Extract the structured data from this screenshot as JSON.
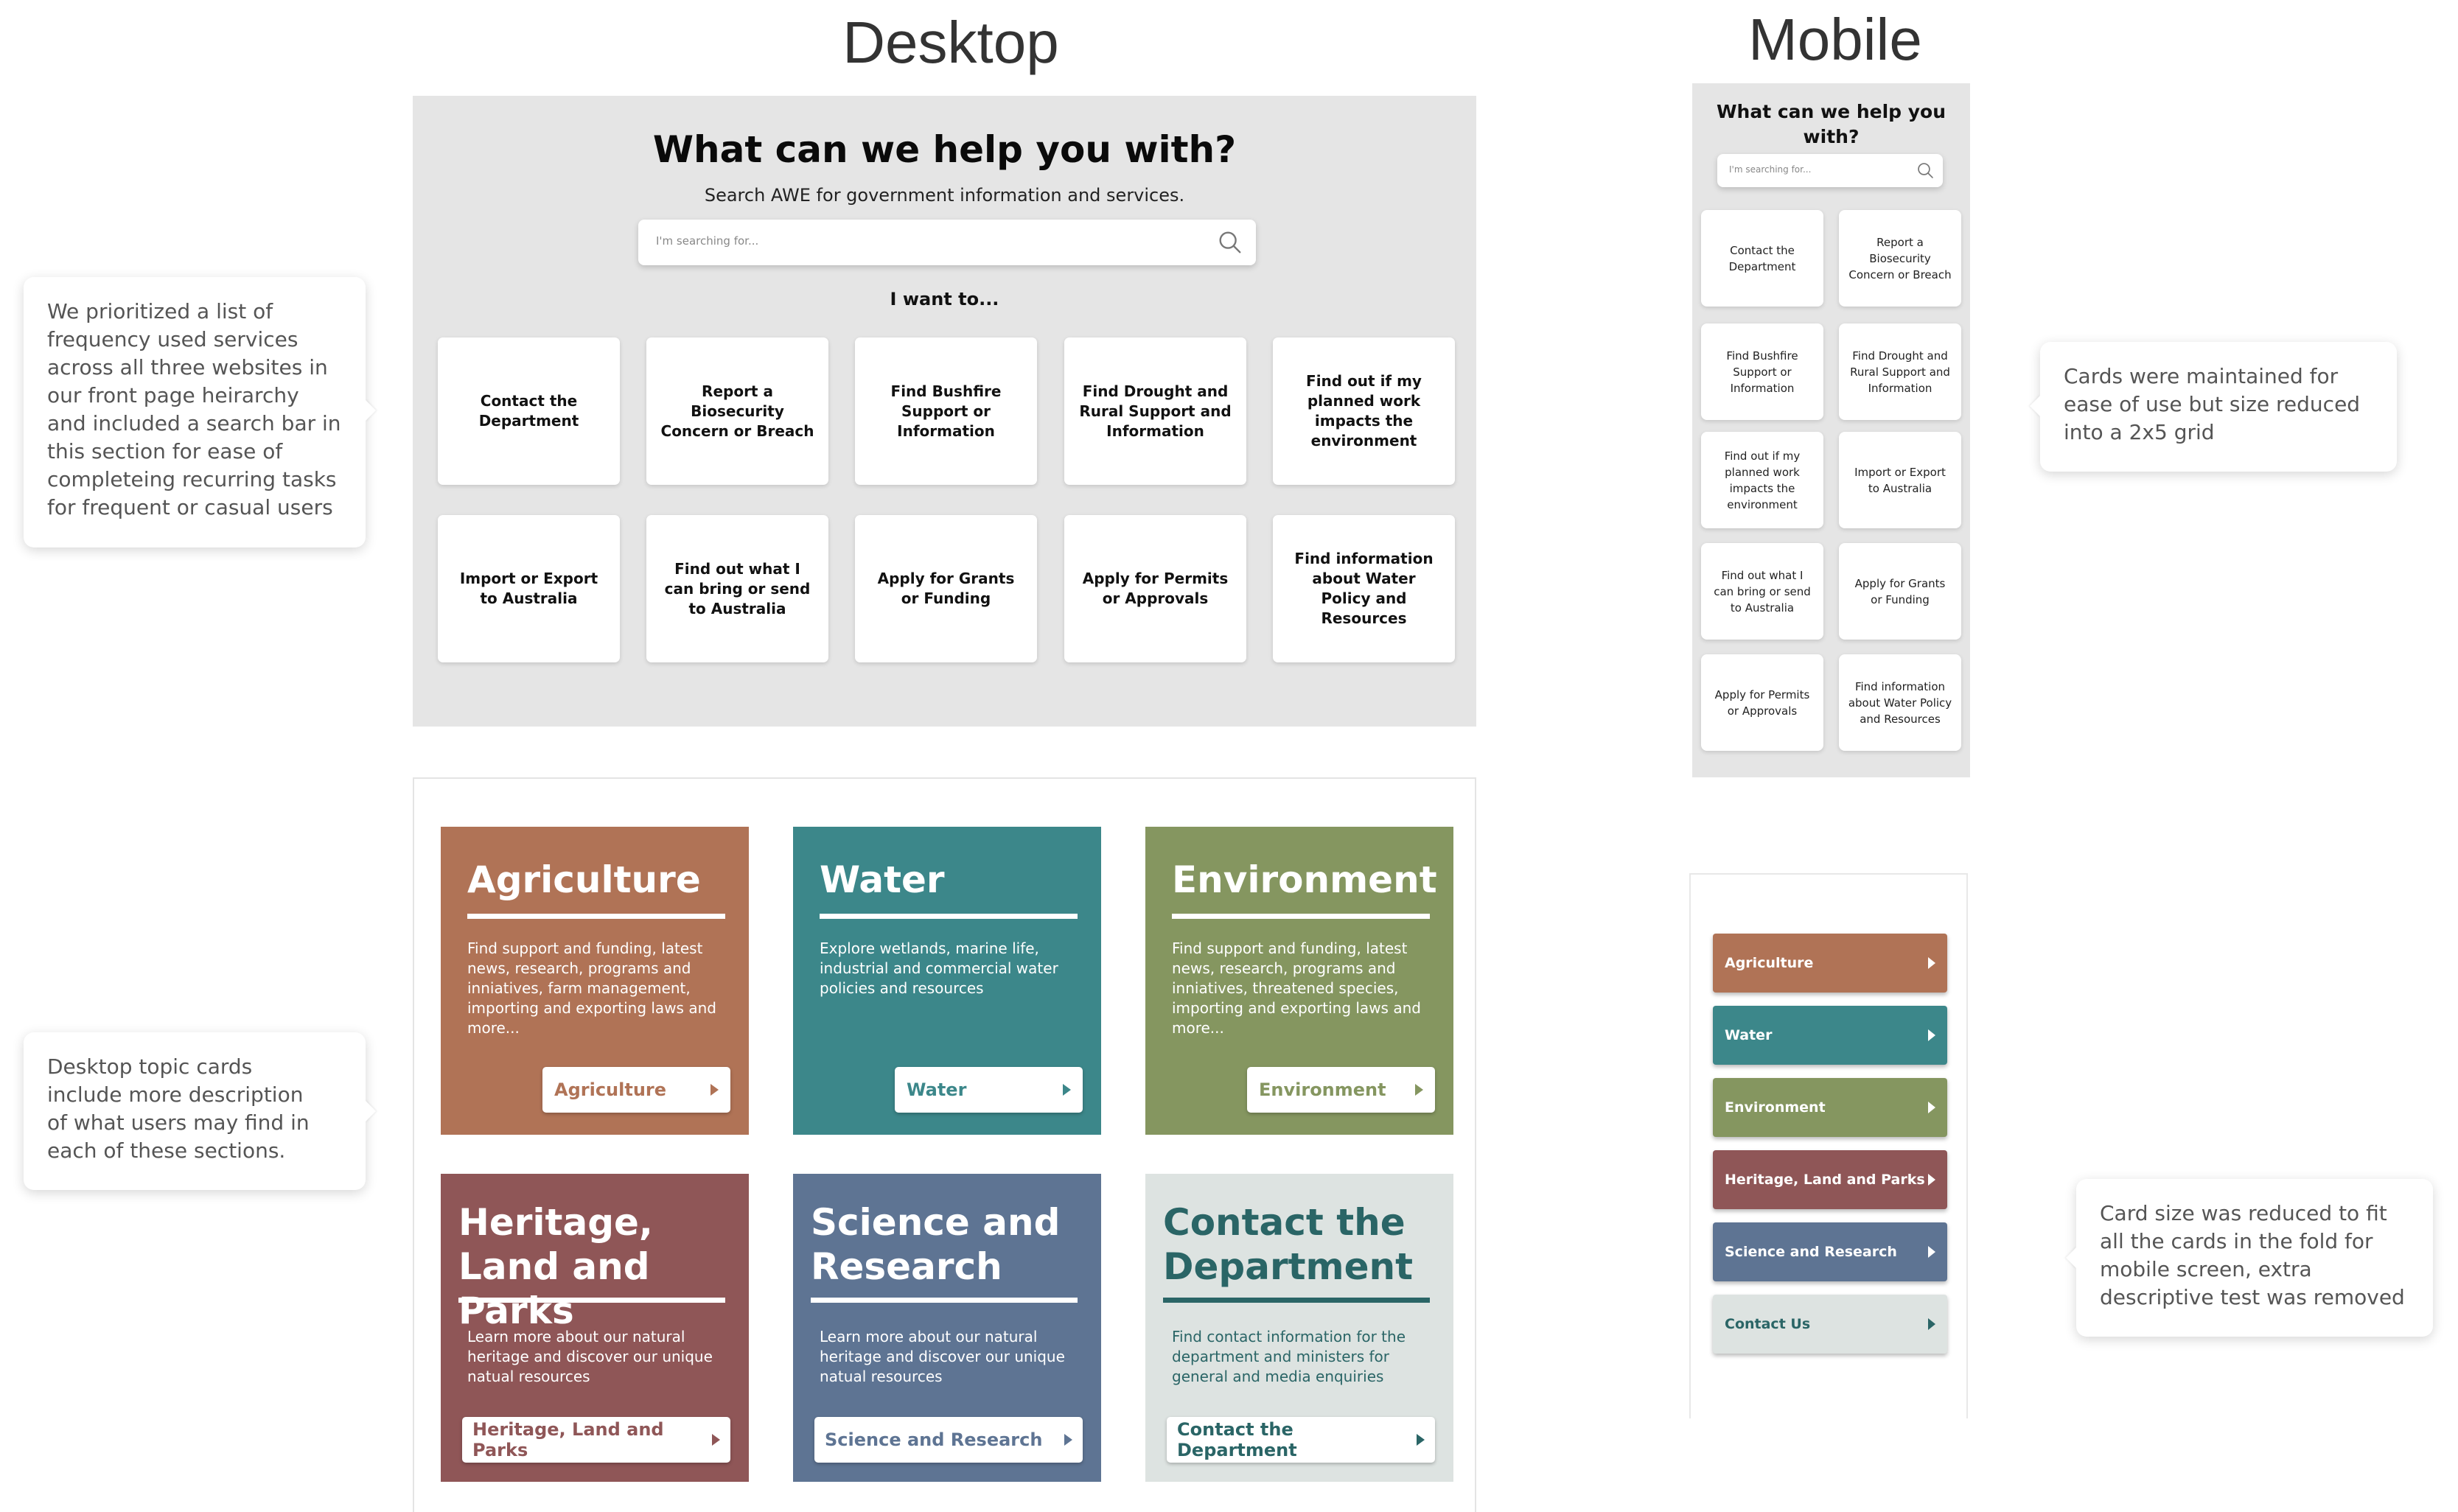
{
  "headings": {
    "desktop": "Desktop",
    "mobile": "Mobile"
  },
  "search_panel": {
    "title": "What can we help you with?",
    "subtitle": "Search AWE for government information and services.",
    "search_placeholder": "I'm searching for...",
    "tasks_heading": "I want to..."
  },
  "desktop_tasks": [
    "Contact the Department",
    "Report a Biosecurity Concern or Breach",
    "Find Bushfire Support or Information",
    "Find Drought and Rural Support and Information",
    "Find out if my planned work impacts the environment",
    "Import or Export to Australia",
    "Find out what I can bring or send to Australia",
    "Apply for Grants or Funding",
    "Apply for Permits or Approvals",
    "Find information about Water Policy and Resources"
  ],
  "topics": [
    {
      "title": "Agriculture",
      "description": "Find support and funding, latest news, research, programs and inniatives, farm management, importing and exporting laws and more...",
      "button": "Agriculture",
      "color": "#b07356",
      "text_color": "#ffffff"
    },
    {
      "title": "Water",
      "description": "Explore wetlands, marine life, industrial and commercial water policies and resources",
      "button": "Water",
      "color": "#3c878a",
      "text_color": "#ffffff"
    },
    {
      "title": "Environment",
      "description": "Find support and funding, latest news, research, programs and inniatives, threatened species, importing and exporting laws and more...",
      "button": "Environment",
      "color": "#859660",
      "text_color": "#ffffff"
    },
    {
      "title": "Heritage, Land and Parks",
      "description": "Learn more about our natural heritage and discover our unique natual resources",
      "button": "Heritage, Land and Parks",
      "color": "#8f5657",
      "text_color": "#ffffff"
    },
    {
      "title": "Science and Research",
      "description": "Learn more about our natural heritage and discover our unique natual resources",
      "button": "Science and Research",
      "color": "#5e7493",
      "text_color": "#ffffff"
    },
    {
      "title": "Contact the Department",
      "description": "Find contact information for the department and ministers for general and media enquiries",
      "button": "Contact the Department",
      "color": "#dde3e1",
      "text_color": "#2a6566"
    }
  ],
  "mobile": {
    "title": "What can we help you with?",
    "search_placeholder": "I'm searching for...",
    "tasks": [
      "Contact the Department",
      "Report a Biosecurity Concern or Breach",
      "Find Bushfire Support or Information",
      "Find Drought and Rural Support and Information",
      "Find out if my planned work impacts the environment",
      "Import or Export to Australia",
      "Find out what I can bring or send to Australia",
      "Apply for Grants or Funding",
      "Apply for Permits or Approvals",
      "Find information about Water Policy and Resources"
    ],
    "topics": [
      {
        "label": "Agriculture",
        "color": "#b07356",
        "text_color": "#ffffff"
      },
      {
        "label": "Water",
        "color": "#3c878a",
        "text_color": "#ffffff"
      },
      {
        "label": "Environment",
        "color": "#859660",
        "text_color": "#ffffff"
      },
      {
        "label": "Heritage, Land and Parks",
        "color": "#8f5657",
        "text_color": "#ffffff"
      },
      {
        "label": "Science and Research",
        "color": "#5e7493",
        "text_color": "#ffffff"
      },
      {
        "label": "Contact Us",
        "color": "#dde3e1",
        "text_color": "#2a6566"
      }
    ]
  },
  "callouts": {
    "search": "We prioritized a list of frequency used services across all three websites in our front page heirarchy and included a search bar in this section for ease of completeing recurring tasks for frequent or casual users",
    "topics": "Desktop topic cards include more description of what users may find in each of these sections.",
    "mobile_cards": "Cards were maintained for ease of use but size reduced into a 2x5 grid",
    "mobile_topics": "Card size was reduced to fit all the cards in the fold for mobile screen, extra descriptive test was removed"
  }
}
